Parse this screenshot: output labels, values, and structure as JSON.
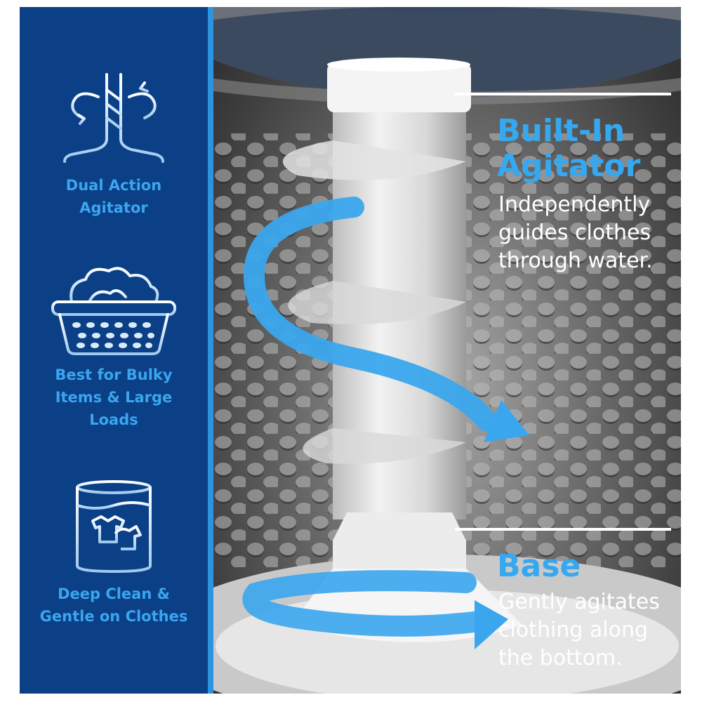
{
  "features": [
    {
      "label": "Dual Action\nAgitator",
      "icon": "dual-action-agitator-icon"
    },
    {
      "label": "Best for Bulky\nItems & Large\nLoads",
      "icon": "laundry-basket-icon"
    },
    {
      "label": "Deep Clean &\nGentle on Clothes",
      "icon": "water-glass-clothes-icon"
    }
  ],
  "callouts": [
    {
      "heading": "Built-In\nAgitator",
      "description": "Independently\nguides clothes\nthrough water."
    },
    {
      "heading": "Base",
      "description": "Gently agitates\nclothing along\nthe bottom."
    }
  ],
  "colors": {
    "sidebar": "#0b3f86",
    "accent": "#35a8f0",
    "arrow": "#3aa6ee",
    "text": "#ffffff"
  }
}
